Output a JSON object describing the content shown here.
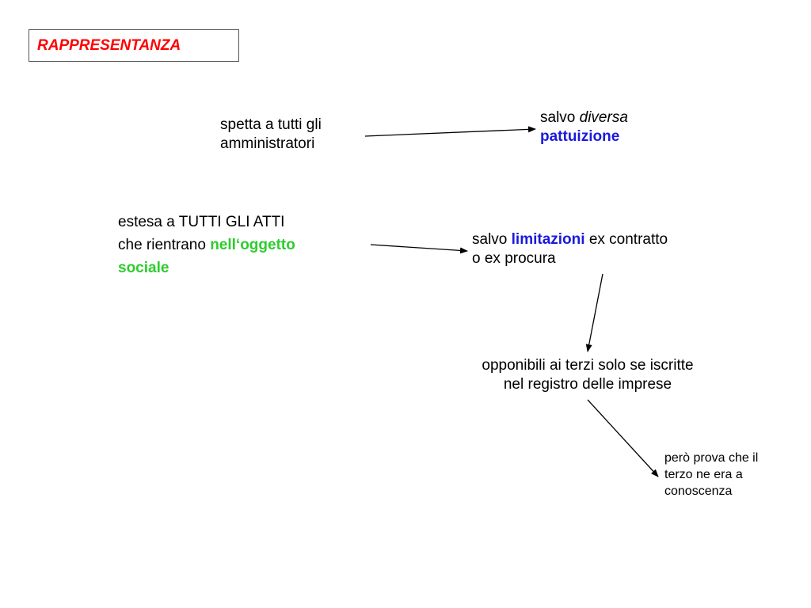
{
  "title": "RAPPRESENTANZA",
  "colors": {
    "title": "#ff0000",
    "emphasis_blue": "#1a1adb",
    "emphasis_green": "#2ecc2e"
  },
  "nodes": {
    "spetta": {
      "line1": "spetta a tutti gli",
      "line2": "amministratori"
    },
    "diversa": {
      "prefix": "salvo ",
      "italic": "diversa",
      "bold": "pattuizione"
    },
    "estesa": {
      "line1": "estesa a TUTTI GLI ATTI",
      "line2_prefix": "che rientrano ",
      "line2_green": "nell‘oggetto",
      "line3_green": "sociale"
    },
    "limitazioni": {
      "prefix": "salvo ",
      "bold": "limitazioni",
      "suffix": " ex contratto",
      "line2": "o ex procura"
    },
    "opponibili": {
      "line1": "opponibili ai terzi solo se iscritte",
      "line2": "nel registro delle imprese"
    },
    "prova": {
      "line1": "però prova che il",
      "line2": "terzo ne era a",
      "line3": "conoscenza"
    }
  }
}
